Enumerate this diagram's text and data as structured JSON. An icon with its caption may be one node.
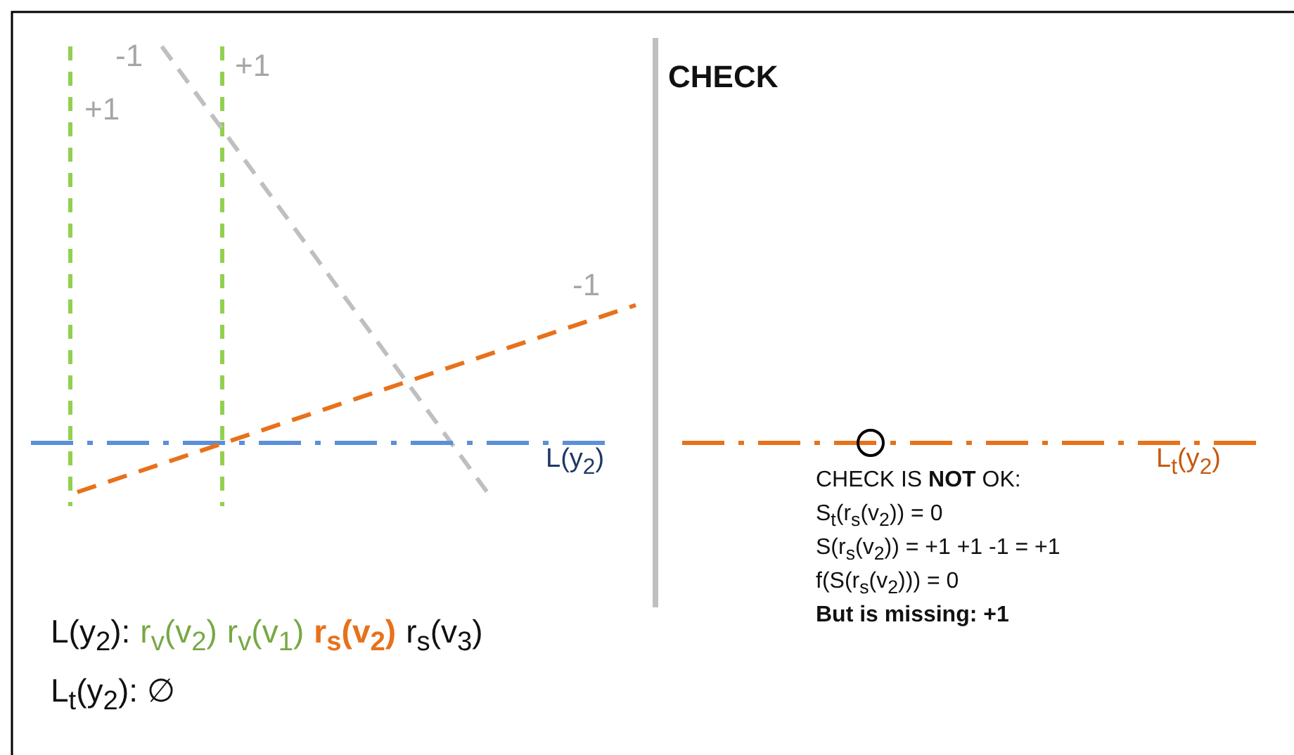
{
  "diagram": {
    "labels": [
      "-1",
      "+1",
      "+1",
      "-1",
      "L(y$_{2}$)",
      "CHECK",
      "L$_{t}$(y$_{2}$)",
      "CHECK IS **NOT** OK:",
      "S$_{t}$(r$_{s}$(v$_{2}$)) = 0",
      "S(r$_{s}$(v$_{2}$)) = +1 +1 -1 = +1",
      "f(S(r$_{s}$(v$_{2}$))) = 0",
      "But is missing: +1",
      "L(y$_{2}$):",
      "r$_{v}$(v$_{2}$)",
      "r$_{v}$(v$_{1}$)",
      "r$_{s}$(v$_{2}$)",
      "r$_{s}$(v$_{3}$)",
      "L$_{t}$(y$_{2}$): ∅"
    ]
  }
}
